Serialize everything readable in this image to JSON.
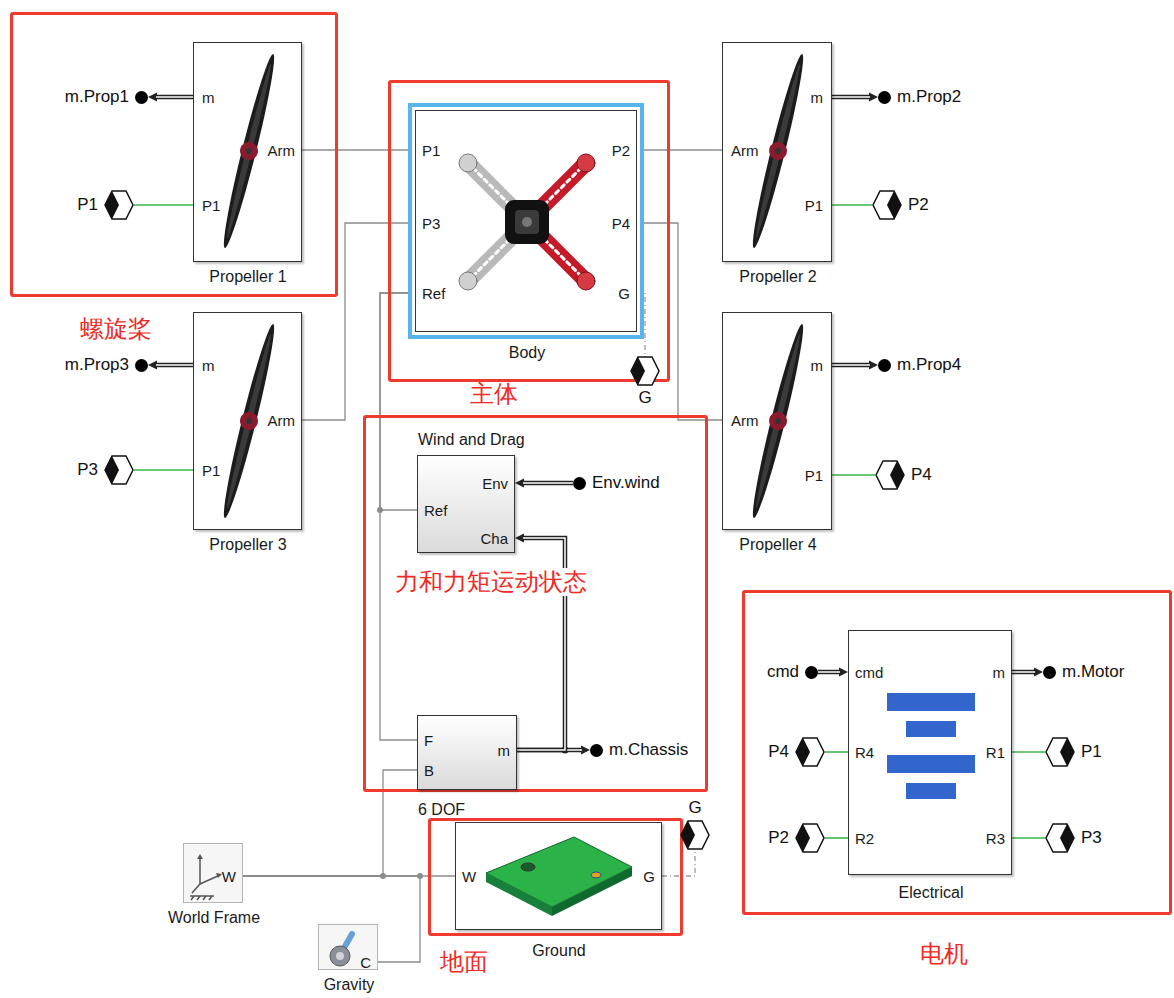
{
  "diagram": {
    "nodes": [
      {
        "text": [
          "螺旋桨"
        ]
      },
      {
        "text": [
          "m",
          "Arm",
          "P1",
          "Propeller 1"
        ],
        "in": 0
      },
      {
        "text": [
          "m.Prop1"
        ]
      },
      {
        "text": [
          "P1"
        ]
      },
      {
        "text": [
          "主体"
        ]
      },
      {
        "text": [
          "P1",
          "P2",
          "P3",
          "P4",
          "Ref",
          "G",
          "Body"
        ],
        "in": 4
      },
      {
        "text": [
          "m",
          "Arm",
          "P1",
          "Propeller 2"
        ]
      },
      {
        "text": [
          "m.Prop2"
        ]
      },
      {
        "text": [
          "P2"
        ]
      },
      {
        "text": [
          "m",
          "Arm",
          "P1",
          "Propeller 3"
        ]
      },
      {
        "text": [
          "m.Prop3"
        ]
      },
      {
        "text": [
          "P3"
        ]
      },
      {
        "text": [
          "G"
        ]
      },
      {
        "text": [
          "m",
          "Arm",
          "P1",
          "Propeller 4"
        ]
      },
      {
        "text": [
          "m.Prop4"
        ]
      },
      {
        "text": [
          "P4"
        ]
      },
      {
        "text": [
          "力和力矩运动状态"
        ]
      },
      {
        "text": [
          "Wind and Drag",
          "Env",
          "Ref",
          "Cha"
        ],
        "in": 16
      },
      {
        "text": [
          "Env.wind"
        ],
        "in": 16
      },
      {
        "text": [
          "F",
          "B",
          "m",
          "6 DOF"
        ],
        "in": 16
      },
      {
        "text": [
          "m.Chassis"
        ],
        "in": 16
      },
      {
        "text": [
          "电机"
        ]
      },
      {
        "text": [
          "cmd",
          "m",
          "R4",
          "R1",
          "R2",
          "R3",
          "Electrical"
        ],
        "in": 21
      },
      {
        "text": [
          "cmd"
        ],
        "in": 21
      },
      {
        "text": [
          "m.Motor"
        ],
        "in": 21
      },
      {
        "text": [
          "P4"
        ],
        "in": 21
      },
      {
        "text": [
          "P1"
        ],
        "in": 21
      },
      {
        "text": [
          "P2"
        ],
        "in": 21
      },
      {
        "text": [
          "P3"
        ],
        "in": 21
      },
      {
        "text": [
          "地面"
        ]
      },
      {
        "text": [
          "W",
          "G",
          "Ground"
        ],
        "in": 29
      },
      {
        "text": [
          "G"
        ]
      },
      {
        "text": [
          "W",
          "World Frame"
        ]
      },
      {
        "text": [
          "C",
          "Gravity"
        ]
      }
    ],
    "edges": [
      {
        "from": 1,
        "to": 5,
        "arrow": "none"
      },
      {
        "from": 6,
        "to": 5,
        "arrow": "none"
      },
      {
        "from": 9,
        "to": 5,
        "arrow": "none"
      },
      {
        "from": 13,
        "to": 5,
        "arrow": "none"
      },
      {
        "from": 5,
        "to": 17,
        "arrow": "none"
      },
      {
        "from": 5,
        "to": 19,
        "arrow": "none"
      },
      {
        "from": 5,
        "to": 12,
        "arrow": "none"
      },
      {
        "from": 30,
        "to": 31,
        "arrow": "none"
      },
      {
        "from": 32,
        "to": 30,
        "arrow": "none"
      },
      {
        "from": 32,
        "to": 19,
        "arrow": "none"
      },
      {
        "from": 33,
        "to": 32,
        "arrow": "none"
      },
      {
        "from": 1,
        "to": 2,
        "arrow": "to"
      },
      {
        "from": 6,
        "to": 7,
        "arrow": "to"
      },
      {
        "from": 9,
        "to": 10,
        "arrow": "to"
      },
      {
        "from": 13,
        "to": 14,
        "arrow": "to"
      },
      {
        "from": 19,
        "to": 20,
        "arrow": "to"
      },
      {
        "from": 19,
        "to": 17,
        "arrow": "to"
      },
      {
        "from": 18,
        "to": 17,
        "arrow": "to"
      },
      {
        "from": 23,
        "to": 22,
        "arrow": "to"
      },
      {
        "from": 22,
        "to": 24,
        "arrow": "to"
      },
      {
        "from": 3,
        "to": 1,
        "arrow": "none"
      },
      {
        "from": 8,
        "to": 6,
        "arrow": "none"
      },
      {
        "from": 11,
        "to": 9,
        "arrow": "none"
      },
      {
        "from": 15,
        "to": 13,
        "arrow": "none"
      },
      {
        "from": 25,
        "to": 22,
        "arrow": "none"
      },
      {
        "from": 22,
        "to": 26,
        "arrow": "none"
      },
      {
        "from": 27,
        "to": 22,
        "arrow": "none"
      },
      {
        "from": 22,
        "to": 28,
        "arrow": "none"
      }
    ]
  }
}
